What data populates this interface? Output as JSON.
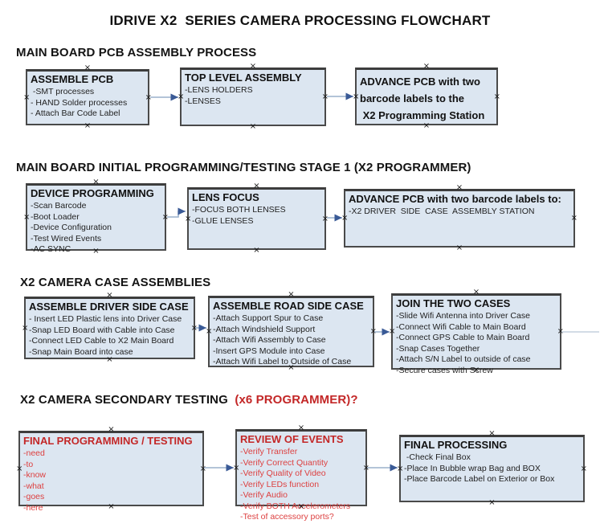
{
  "title": "IDRIVE X2  SERIES CAMERA PROCESSING FLOWCHART",
  "sections": [
    {
      "header": "MAIN BOARD PCB ASSEMBLY PROCESS",
      "boxes": [
        {
          "title": "ASSEMBLE PCB",
          "items": [
            " -SMT processes",
            "- HAND Solder processes",
            "- Attach Bar Code Label"
          ]
        },
        {
          "title": "TOP LEVEL ASSEMBLY",
          "items": [
            "-LENS HOLDERS",
            "-LENSES"
          ]
        },
        {
          "title": "ADVANCE PCB with two\nbarcode labels to the\n X2 Programming Station",
          "items": []
        }
      ]
    },
    {
      "header": "MAIN BOARD INITIAL PROGRAMMING/TESTING STAGE 1 (X2 PROGRAMMER)",
      "boxes": [
        {
          "title": "DEVICE PROGRAMMING",
          "items": [
            "-Scan Barcode",
            "-Boot Loader",
            "-Device Configuration",
            "-Test Wired Events",
            "-AC SYNC"
          ]
        },
        {
          "title": "LENS FOCUS",
          "items": [
            "-FOCUS BOTH LENSES",
            "-GLUE LENSES"
          ]
        },
        {
          "title": "ADVANCE PCB with two barcode labels to:",
          "items": [
            "-X2 DRIVER  SIDE  CASE  ASSEMBLY STATION"
          ]
        }
      ]
    },
    {
      "header": "X2 CAMERA CASE ASSEMBLIES",
      "boxes": [
        {
          "title": "ASSEMBLE DRIVER SIDE CASE",
          "items": [
            "- Insert LED Plastic lens into Driver Case",
            "-Snap LED Board with Cable into Case",
            "-Connect LED Cable to X2 Main Board",
            "-Snap Main Board into case"
          ]
        },
        {
          "title": "ASSEMBLE ROAD SIDE CASE",
          "items": [
            "-Attach Support Spur to Case",
            "-Attach Windshield Support",
            "-Attach Wifi Assembly to Case",
            "-Insert GPS Module into Case",
            "-Attach Wifi Label to Outside of Case"
          ]
        },
        {
          "title": "JOIN THE TWO CASES",
          "items": [
            "-Slide Wifi Antenna into Driver Case",
            "-Connect Wifi Cable to Main Board",
            "-Connect GPS Cable to Main Board",
            "-Snap Cases Together",
            "-Attach S/N Label to outside of case",
            "-Secure cases with Screw"
          ]
        }
      ]
    },
    {
      "header": "X2 CAMERA SECONDARY TESTING ",
      "header_red": " (x6 PROGRAMMER)?",
      "boxes": [
        {
          "title": "FINAL PROGRAMMING / TESTING",
          "items": [
            "-need",
            "-to",
            "-know",
            "-what",
            "-goes",
            "-here"
          ]
        },
        {
          "title": "REVIEW OF EVENTS",
          "items": [
            "-Verify Transfer",
            "-Verify Correct Quantity",
            "-Verify Quality of Video",
            "-Verify LEDs function",
            "-Verify Audio",
            "-Verify BOTH Accelerometers",
            "-Test of accessory ports?"
          ]
        },
        {
          "title": "FINAL PROCESSING",
          "items": [
            " -Check Final Box",
            "-Place In Bubble wrap Bag and BOX",
            "-Place Barcode Label on Exterior or Box"
          ]
        }
      ]
    }
  ],
  "colors": {
    "box_fill": "#dce6f1",
    "box_border": "#4a4a4a",
    "arrow_line": "#9ab0cc",
    "arrow_head": "#3a5a96",
    "red_title": "#c32727",
    "red_item": "#dd4040",
    "text": "#1a1a1a"
  }
}
